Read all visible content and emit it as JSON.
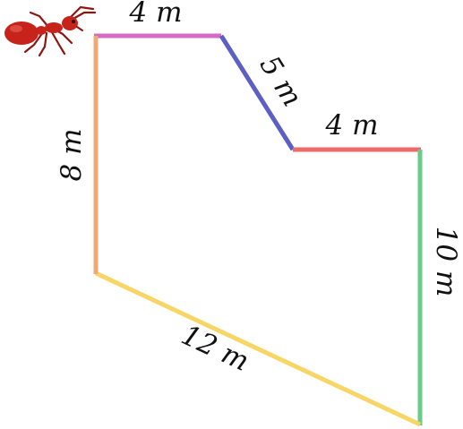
{
  "segments": [
    {
      "id": "top",
      "label": "4 m",
      "color": "#D668C6"
    },
    {
      "id": "slant",
      "label": "5 m",
      "color": "#5C5FC3"
    },
    {
      "id": "middle",
      "label": "4 m",
      "color": "#EE6A68"
    },
    {
      "id": "right",
      "label": "10 m",
      "color": "#6DCB8A"
    },
    {
      "id": "bottom",
      "label": "12 m",
      "color": "#F7D566"
    },
    {
      "id": "left",
      "label": "8 m",
      "color": "#F1A877"
    }
  ],
  "ant": {
    "icon": "ant-icon",
    "color": "#C7231B"
  }
}
